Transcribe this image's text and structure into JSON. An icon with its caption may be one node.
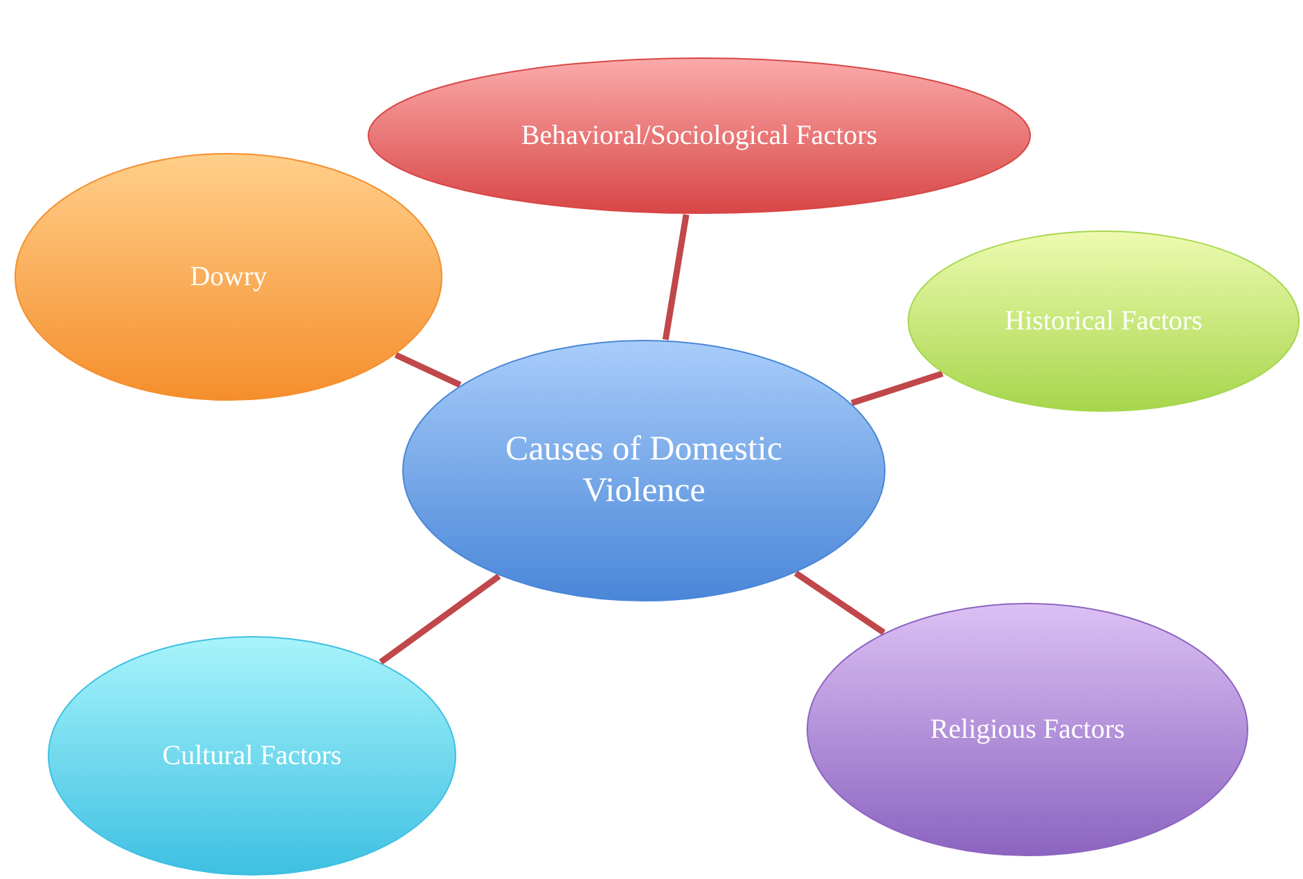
{
  "diagram": {
    "nodes": [
      {
        "text": [
          "Causes of Domestic Violence"
        ]
      },
      {
        "text": [
          "Behavioral/Sociological Factors"
        ]
      },
      {
        "text": [
          "Dowry"
        ]
      },
      {
        "text": [
          "Historical Factors"
        ]
      },
      {
        "text": [
          "Cultural Factors"
        ]
      },
      {
        "text": [
          "Religious Factors"
        ]
      }
    ],
    "edges": [
      {
        "from": 0,
        "to": 1,
        "arrow": "none"
      },
      {
        "from": 0,
        "to": 2,
        "arrow": "none"
      },
      {
        "from": 0,
        "to": 3,
        "arrow": "none"
      },
      {
        "from": 0,
        "to": 4,
        "arrow": "none"
      },
      {
        "from": 0,
        "to": 5,
        "arrow": "none"
      }
    ]
  }
}
